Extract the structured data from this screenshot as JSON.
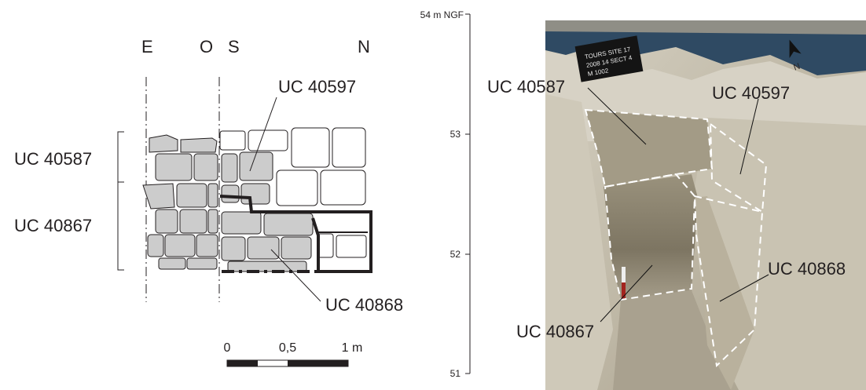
{
  "elevation_section": {
    "orientations": {
      "east": "E",
      "west": "O",
      "south": "S",
      "north": "N"
    },
    "unit_labels": {
      "uc_40587": "UC 40587",
      "uc_40867": "UC 40867",
      "uc_40597": "UC 40597",
      "uc_40868": "UC 40868"
    },
    "scale_bar": {
      "tick_0": "0",
      "tick_mid": "0,5",
      "tick_end": "1 m"
    }
  },
  "height_scale": {
    "top_label": "54 m NGF",
    "ticks": [
      "53",
      "52",
      "51"
    ]
  },
  "photo": {
    "board_lines": [
      "TOURS SITE 17",
      "2008 14 SECT 4",
      "M 1002"
    ],
    "north_arrow": "N",
    "unit_labels": {
      "uc_40587": "UC 40587",
      "uc_40597": "UC 40597",
      "uc_40867": "UC 40867",
      "uc_40868": "UC 40868"
    },
    "colors": {
      "soil_light": "#d9d4c6",
      "soil_mid": "#bdb6a5",
      "soil_dark": "#8a826f",
      "tarp_blue": "#2f4a63",
      "outline_dashes": "#ffffff"
    }
  },
  "colors": {
    "ink": "#231f20",
    "stone_fill": "#cccccc"
  }
}
